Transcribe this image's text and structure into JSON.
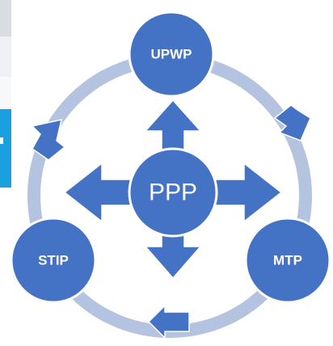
{
  "diagram": {
    "center": {
      "label": "PPP"
    },
    "nodes": {
      "top": {
        "label": "UPWP"
      },
      "right": {
        "label": "MTP"
      },
      "left": {
        "label": "STIP"
      }
    }
  },
  "colors": {
    "node_fill": "#4472c4",
    "node_stroke": "#ffffff",
    "ring": "#b4c3e0",
    "arrow": "#4472c4",
    "edge_blue": "#1aa0e0"
  }
}
